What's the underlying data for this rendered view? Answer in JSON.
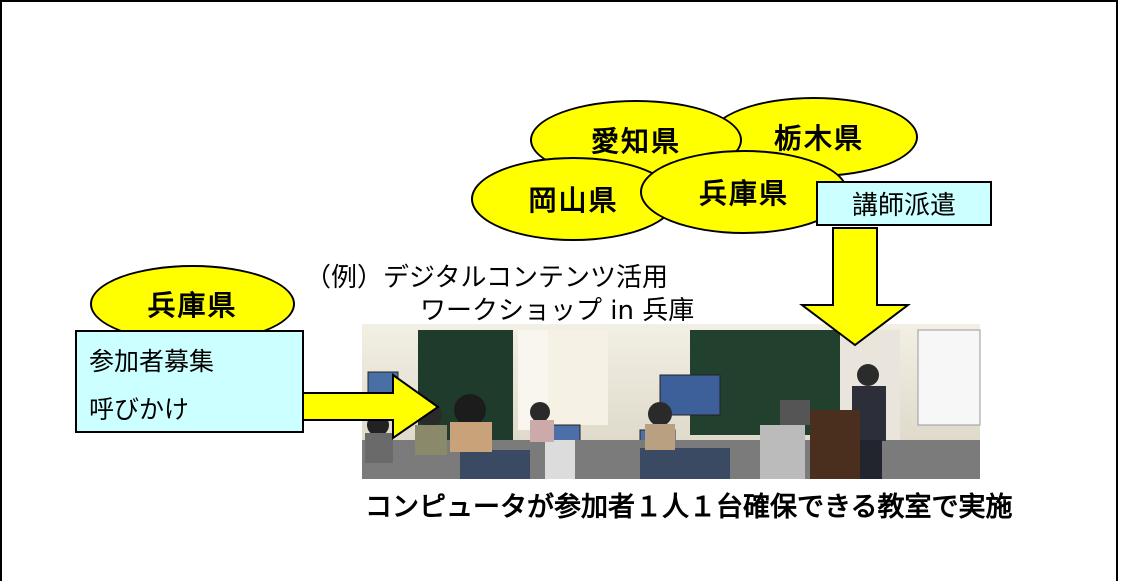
{
  "bubbles": {
    "aichi": "愛知県",
    "tochigi": "栃木県",
    "okayama": "岡山県",
    "hyogo_top": "兵庫県",
    "hyogo_left": "兵庫県"
  },
  "boxes": {
    "dispatch": "講師派遣",
    "recruit_line1": "参加者募集",
    "recruit_line2": "呼びかけ"
  },
  "example_title": {
    "line1": "（例）デジタルコンテンツ活用",
    "line2": "ワークショップ in 兵庫"
  },
  "footer_caption": "コンピュータが参加者１人１台確保できる教室で実施",
  "colors": {
    "bubble_fill": "#ffff00",
    "box_fill": "#ccffff",
    "arrow_fill": "#ffff00"
  },
  "photo": {
    "description_icon": "classroom-photo"
  }
}
